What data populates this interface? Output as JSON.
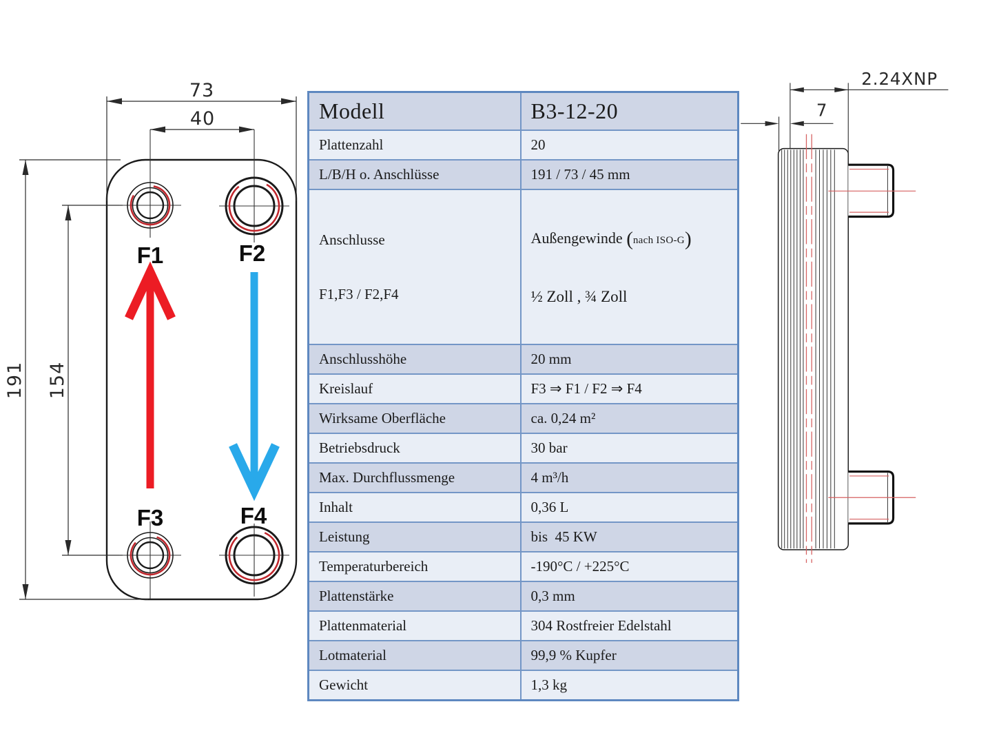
{
  "table": {
    "header": {
      "label": "Modell",
      "value": "B3-12-20"
    },
    "rows": [
      {
        "label": "Plattenzahl",
        "value": "20"
      },
      {
        "label": "L/B/H o. Anschlüsse",
        "value": "191 / 73 / 45 mm"
      },
      {
        "label": "Anschlusse",
        "label2": "F1,F3 / F2,F4",
        "value_main": "Außengewinde ",
        "value_paren_open": "(",
        "value_small": "nach ISO-G",
        "value_paren_close": ")",
        "value2": "½ Zoll , ¾ Zoll"
      },
      {
        "label": "Anschlusshöhe",
        "value": "20 mm"
      },
      {
        "label": "Kreislauf",
        "value": "F3 ⇒ F1 / F2 ⇒ F4"
      },
      {
        "label": "Wirksame Oberfläche",
        "value": "ca. 0,24 m²"
      },
      {
        "label": "Betriebsdruck",
        "value": "30 bar"
      },
      {
        "label": "Max. Durchflussmenge",
        "value": "4 m³/h"
      },
      {
        "label": "Inhalt",
        "value": "0,36 L"
      },
      {
        "label": "Leistung",
        "value": "bis  45 KW"
      },
      {
        "label": "Temperaturbereich",
        "value": "-190°C / +225°C"
      },
      {
        "label": "Plattenstärke",
        "value": "0,3 mm"
      },
      {
        "label": "Plattenmaterial",
        "value": "304 Rostfreier Edelstahl"
      },
      {
        "label": "Lotmaterial",
        "value": "99,9 % Kupfer"
      },
      {
        "label": "Gewicht",
        "value": "1,3 kg"
      }
    ]
  },
  "front_view": {
    "dim_width": "73",
    "dim_port_spacing": "40",
    "dim_height": "191",
    "dim_port_height": "154",
    "port_labels": {
      "f1": "F1",
      "f2": "F2",
      "f3": "F3",
      "f4": "F4"
    }
  },
  "side_view": {
    "dim_depth": "2.24XNP",
    "dim_end_plate": "7"
  },
  "colors": {
    "hot_flow": "#ec1c24",
    "cold_flow": "#29a9ea",
    "table_border": "#5e88c0",
    "row_dark": "#cfd6e6",
    "row_light": "#e9eef6",
    "kreislauf_text": "#1d3e6e",
    "centerline_red": "#d66161"
  }
}
